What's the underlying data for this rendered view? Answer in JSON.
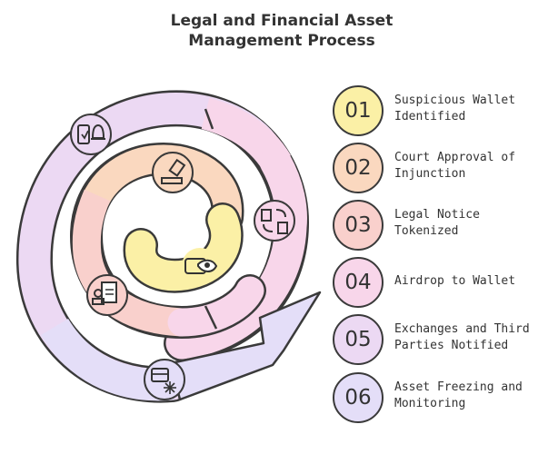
{
  "title": "Legal and Financial Asset Management Process",
  "colors": {
    "yellow": "#fbf0a6",
    "peach": "#fad8bf",
    "salmon": "#f9d0cc",
    "pink": "#f8d6ea",
    "lilac": "#ecd9f3",
    "lavender": "#e4def8",
    "outline": "#3a3a3a"
  },
  "steps": [
    {
      "number": "01",
      "label": "Suspicious Wallet Identified",
      "color": "#fbf0a6"
    },
    {
      "number": "02",
      "label": "Court Approval of Injunction",
      "color": "#fad8bf"
    },
    {
      "number": "03",
      "label": "Legal Notice Tokenized",
      "color": "#f9d0cc"
    },
    {
      "number": "04",
      "label": "Airdrop to Wallet",
      "color": "#f8d6ea"
    },
    {
      "number": "05",
      "label": "Exchanges and Third Parties Notified",
      "color": "#ecd9f3"
    },
    {
      "number": "06",
      "label": "Asset Freezing and Monitoring",
      "color": "#e4def8"
    }
  ],
  "icons": [
    "wallet-eye-icon",
    "gavel-icon",
    "document-stamp-icon",
    "tokens-transfer-icon",
    "notification-bell-icon",
    "frozen-wallet-icon"
  ]
}
